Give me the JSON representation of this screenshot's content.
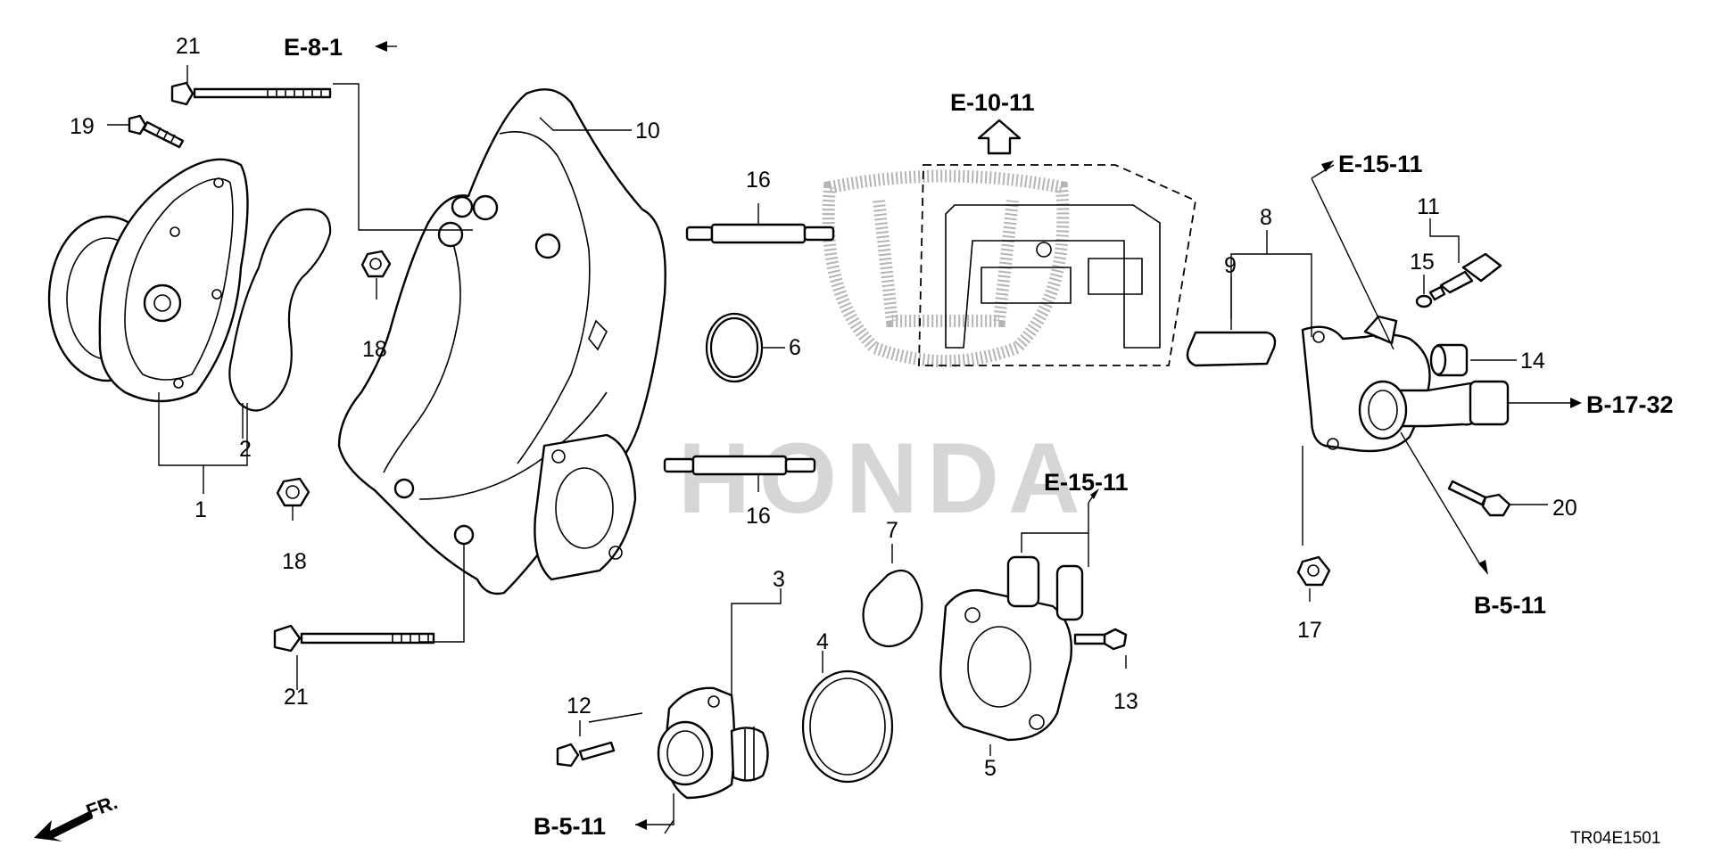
{
  "diagram": {
    "code": "TR04E1501",
    "watermark": "HONDA",
    "front_label": "FR.",
    "references": {
      "e_8_1": "E-8-1",
      "e_10_11": "E-10-11",
      "e_15_11_top": "E-15-11",
      "e_15_11_mid": "E-15-11",
      "b_17_32": "B-17-32",
      "b_5_11_right": "B-5-11",
      "b_5_11_bottom": "B-5-11"
    },
    "callouts": {
      "p1": "1",
      "p2": "2",
      "p3": "3",
      "p4": "4",
      "p5": "5",
      "p6": "6",
      "p7": "7",
      "p8": "8",
      "p9": "9",
      "p10": "10",
      "p11": "11",
      "p12": "12",
      "p13": "13",
      "p14": "14",
      "p15": "15",
      "p16a": "16",
      "p16b": "16",
      "p17": "17",
      "p18a": "18",
      "p18b": "18",
      "p19": "19",
      "p20": "20",
      "p21a": "21",
      "p21b": "21"
    }
  }
}
